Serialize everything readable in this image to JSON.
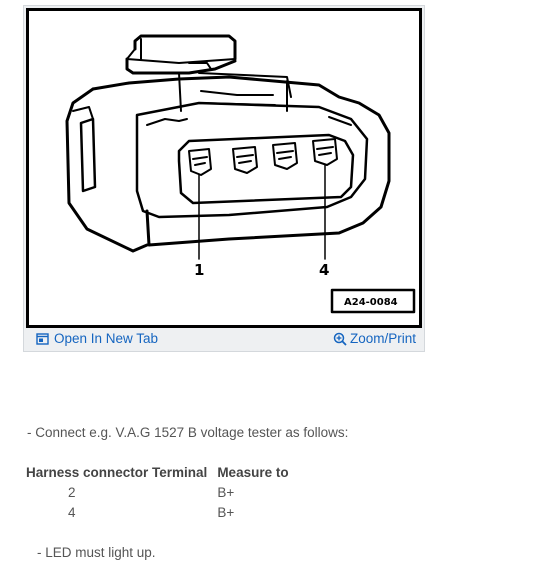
{
  "figure": {
    "callout_labels": [
      "1",
      "4"
    ],
    "figure_code": "A24-0084",
    "open_in_new_tab_label": "Open In New Tab",
    "zoom_print_label": "Zoom/Print",
    "link_color": "#1565c0"
  },
  "instruction": "-  Connect e.g. V.A.G 1527 B voltage tester as follows:",
  "table": {
    "headers": [
      "Harness connector Terminal",
      "Measure to"
    ],
    "rows": [
      {
        "terminal": "2",
        "measure_to": "B+"
      },
      {
        "terminal": "4",
        "measure_to": "B+"
      }
    ]
  },
  "result_note": "-  LED must light up.",
  "icons": {
    "open_tab": "open-in-new-tab-icon",
    "zoom": "zoom-in-icon"
  }
}
